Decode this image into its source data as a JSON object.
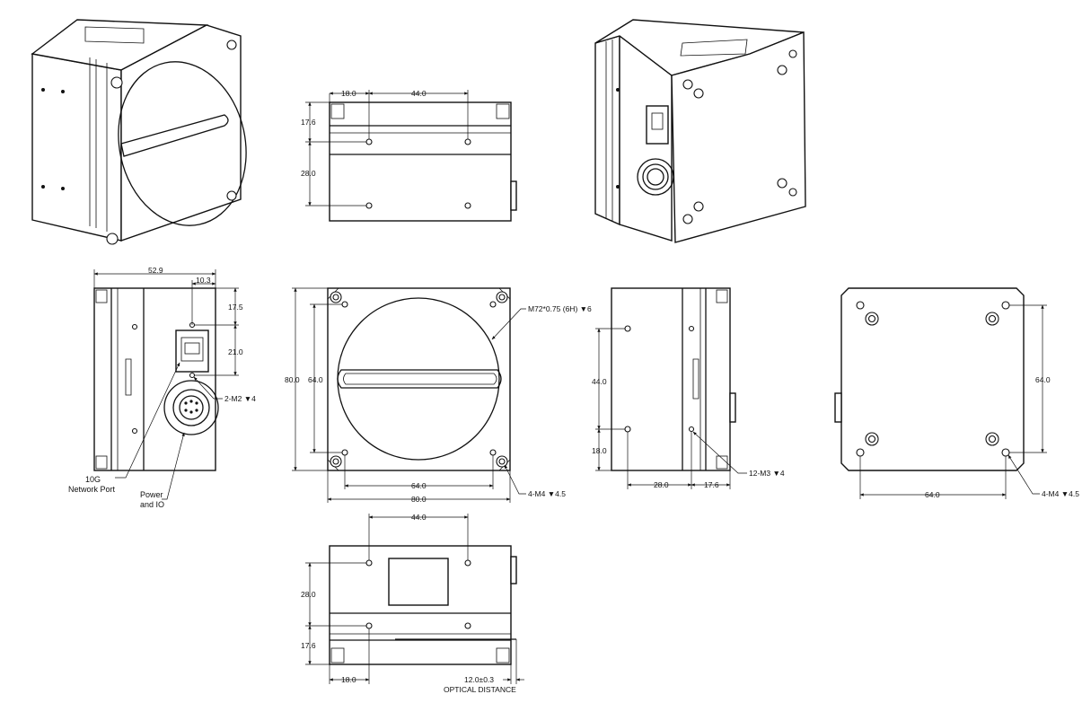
{
  "dimensions": {
    "top_18": "18.0",
    "top_44": "44.0",
    "top_17_6": "17.6",
    "top_28": "28.0",
    "side_52_9": "52.9",
    "side_10_3": "10.3",
    "side_17_5": "17.5",
    "side_21": "21.0",
    "front_80_h": "80.0",
    "front_64_h": "64.0",
    "front_64_w": "64.0",
    "front_80_w": "80.0",
    "right_44": "44.0",
    "right_18": "18.0",
    "right_28": "28.0",
    "right_17_6": "17.6",
    "back_64_h": "64.0",
    "back_64_w": "64.0",
    "bottom_44": "44.0",
    "bottom_28": "28.0",
    "bottom_17_6": "17.6",
    "bottom_18": "18.0"
  },
  "callouts": {
    "thread": "M72*0.75 (6H) ▼6",
    "m2": "2-M2 ▼4",
    "m4_front": "4-M4 ▼4.5",
    "m3_side": "12-M3 ▼4",
    "m4_back": "4-M4 ▼4.5"
  },
  "labels": {
    "network_port_line1": "10G",
    "network_port_line2": "Network Port",
    "power_line1": "Power",
    "power_line2": "and IO",
    "optical_value": "12.0±0.3",
    "optical_label": "OPTICAL DISTANCE"
  }
}
